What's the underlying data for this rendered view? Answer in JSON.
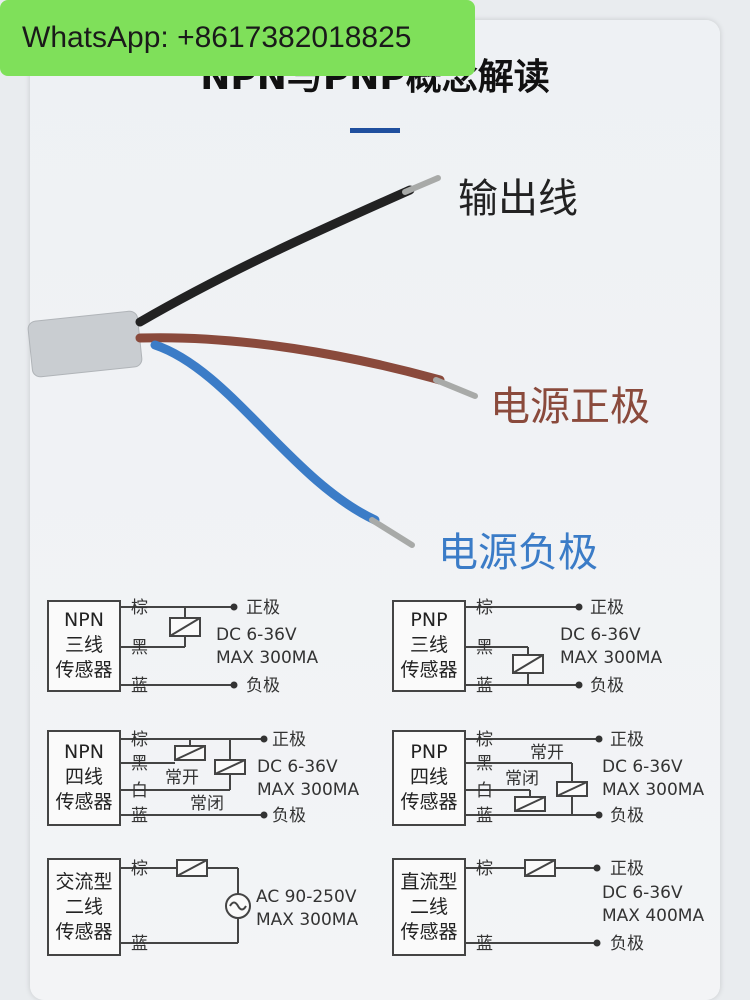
{
  "watermark": "WhatsApp: +8617382018825",
  "title": "NPN与PNP概念解读",
  "wire_labels": {
    "output": "输出线",
    "positive": "电源正极",
    "negative": "电源负极"
  },
  "colors": {
    "accent": "#1f4f9e",
    "output": "#222222",
    "positive": "#8a4a3c",
    "negative": "#3b7cc7",
    "watermark": "#7fe05a"
  },
  "wires": {
    "brown": "棕",
    "black": "黑",
    "white": "白",
    "blue": "蓝"
  },
  "terminals": {
    "positive": "正极",
    "negative": "负极"
  },
  "contacts": {
    "no": "常开",
    "nc": "常闭"
  },
  "ratings": {
    "dc": "DC 6-36V",
    "max300": "MAX 300MA",
    "ac": "AC 90-250V",
    "max400": "MAX 400MA"
  },
  "sensors": {
    "npn3": [
      "NPN",
      "三线",
      "传感器"
    ],
    "pnp3": [
      "PNP",
      "三线",
      "传感器"
    ],
    "npn4": [
      "NPN",
      "四线",
      "传感器"
    ],
    "pnp4": [
      "PNP",
      "四线",
      "传感器"
    ],
    "ac2": [
      "交流型",
      "二线",
      "传感器"
    ],
    "dc2": [
      "直流型",
      "二线",
      "传感器"
    ]
  }
}
